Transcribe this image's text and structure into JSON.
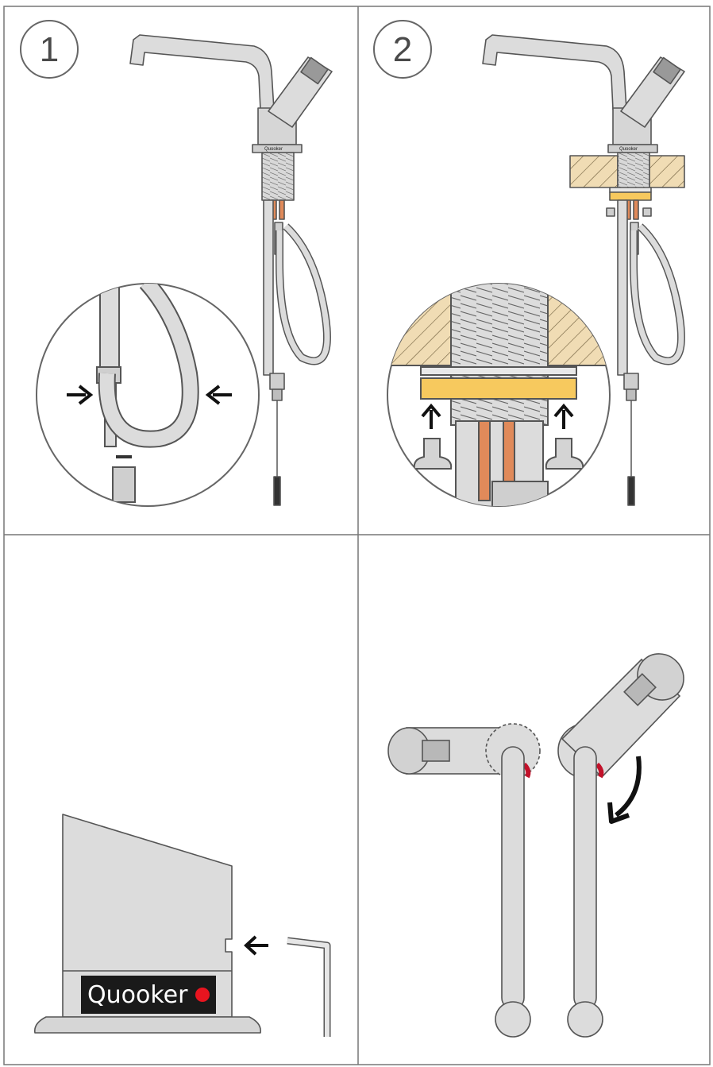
{
  "steps": [
    {
      "number": "1"
    },
    {
      "number": "2"
    }
  ],
  "brand": {
    "name": "Quooker",
    "dot_color": "#e8141f"
  },
  "colors": {
    "metal": "#dcdcdc",
    "outline": "#555555",
    "wood": "#f0dcb4",
    "washer": "#f7c95e",
    "copper": "#e08a5a",
    "badge_bg": "#1a1a1a"
  },
  "icons": [
    "arrow-right-icon",
    "arrow-left-icon",
    "arrow-up-icon",
    "curved-arrow-icon",
    "allen-key-icon"
  ]
}
